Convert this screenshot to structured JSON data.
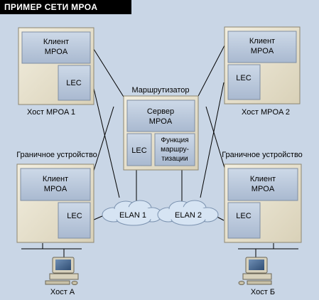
{
  "title": "ПРИМЕР СЕТИ MPOA",
  "host1": {
    "caption": "Хост MPOA 1",
    "client": [
      "Клиент",
      "MPOA"
    ],
    "lec": "LEC"
  },
  "host2": {
    "caption": "Хост MPOA  2",
    "client": [
      "Клиент",
      "MPOA"
    ],
    "lec": "LEC"
  },
  "router": {
    "caption": "Маршрутизатор",
    "server": [
      "Сервер",
      "MPOA"
    ],
    "lec": "LEC",
    "function": [
      "Функция",
      "маршру-",
      "тизации"
    ]
  },
  "edge_left": {
    "caption": "Граничное устройство",
    "client": [
      "Клиент",
      "MPOA"
    ],
    "lec": "LEC"
  },
  "edge_right": {
    "caption": "Граничное устройство",
    "client": [
      "Клиент",
      "MPOA"
    ],
    "lec": "LEC"
  },
  "elan1": "ELAN 1",
  "elan2": "ELAN 2",
  "host_a": "Хост А",
  "host_b": "Хост Б",
  "colors": {
    "background": "#c9d6e6",
    "box_outer": "#e9e3cf",
    "box_inner": "#b8c6da",
    "title_bg": "#000000",
    "cloud": "#d6e4f3"
  }
}
